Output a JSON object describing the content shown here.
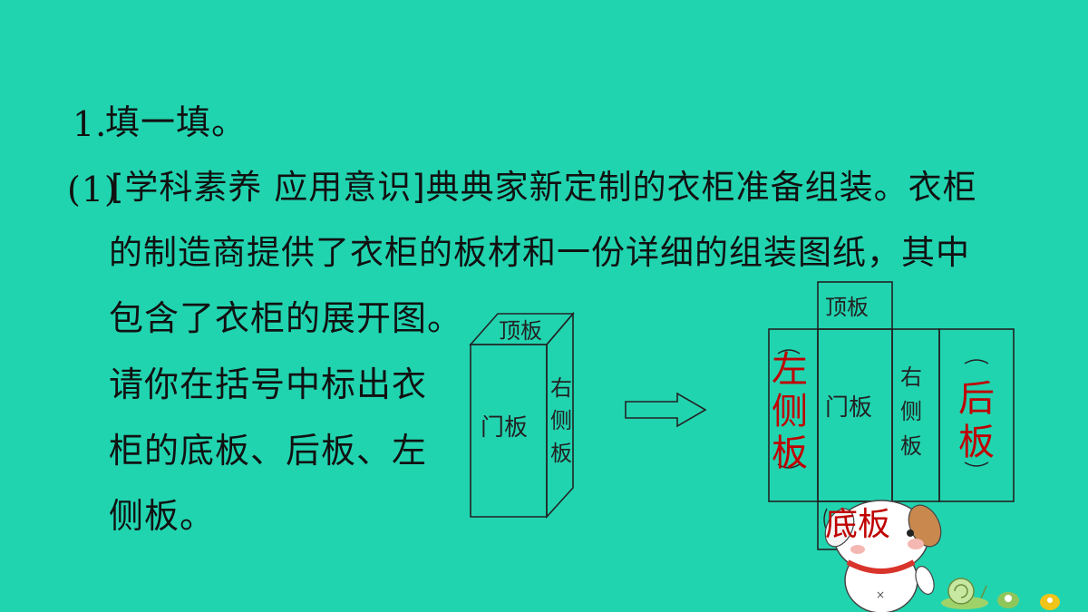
{
  "question": {
    "heading_num": "1.",
    "heading_text": "填一填。",
    "sub_num": "(1)",
    "sub_line1": "[学科素养 应用意识]典典家新定制的衣柜准备组装。衣柜",
    "sub_line2": "的制造商提供了衣柜的板材和一份详细的组装图纸，其中",
    "sub_line3": "包含了衣柜的展开图。",
    "instr_line1": "请你在括号中标出衣",
    "instr_line2": "柜的底板、后板、左",
    "instr_line3": "侧板。"
  },
  "cabinet_3d": {
    "top_label": "顶板",
    "front_label": "门板",
    "side_label_chars": [
      "右",
      "侧",
      "板"
    ]
  },
  "net": {
    "top_label": "顶板",
    "door_label": "门板",
    "right_label_chars": [
      "右",
      "侧",
      "板"
    ],
    "answers": {
      "left": [
        "左",
        "侧",
        "板"
      ],
      "back": [
        "后",
        "板"
      ],
      "bottom": "底板"
    }
  },
  "colors": {
    "background": "#21d4b0",
    "answer": "#c00000"
  }
}
